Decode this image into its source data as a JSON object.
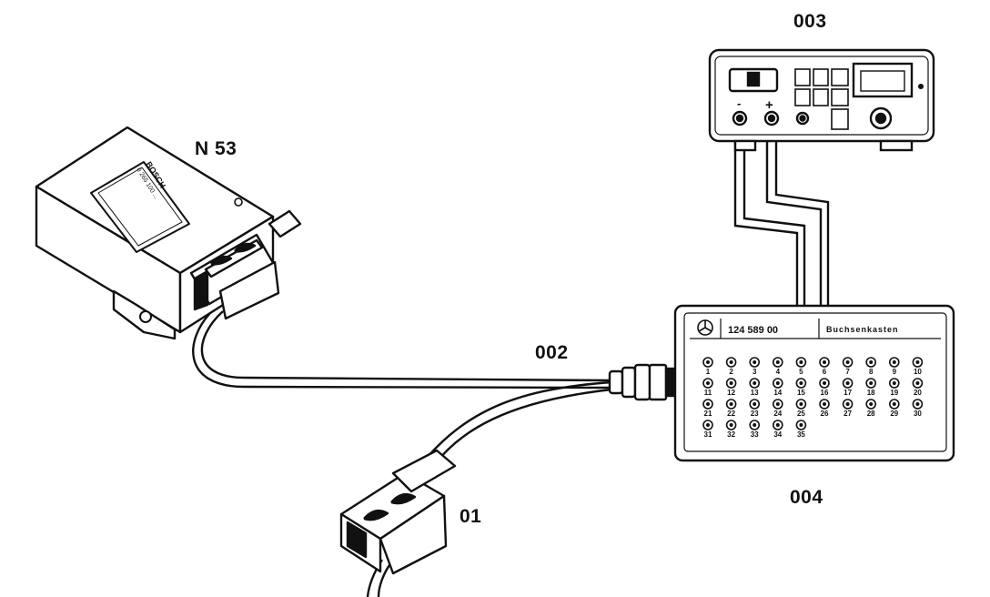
{
  "labels": {
    "control_unit": "N 53",
    "meter": "003",
    "cable": "002",
    "socket_box": "004",
    "connector": "01"
  },
  "control_unit": {
    "brand": "BOSCH",
    "part_number": "0 265 100 ..."
  },
  "socket_box": {
    "part_number": "124 589 00 ",
    "title": "Buchsenkasten",
    "sockets": [
      [
        "1",
        "2",
        "3",
        "4",
        "5",
        "6",
        "7",
        "8",
        "9",
        "10"
      ],
      [
        "11",
        "12",
        "13",
        "14",
        "15",
        "16",
        "17",
        "18",
        "19",
        "20"
      ],
      [
        "21",
        "22",
        "23",
        "24",
        "25",
        "26",
        "27",
        "28",
        "29",
        "30"
      ],
      [
        "31",
        "32",
        "33",
        "34",
        "35"
      ]
    ]
  },
  "meter": {
    "terminals": [
      "-",
      "+"
    ]
  },
  "colors": {
    "line": "#111111",
    "background": "#ffffff"
  }
}
